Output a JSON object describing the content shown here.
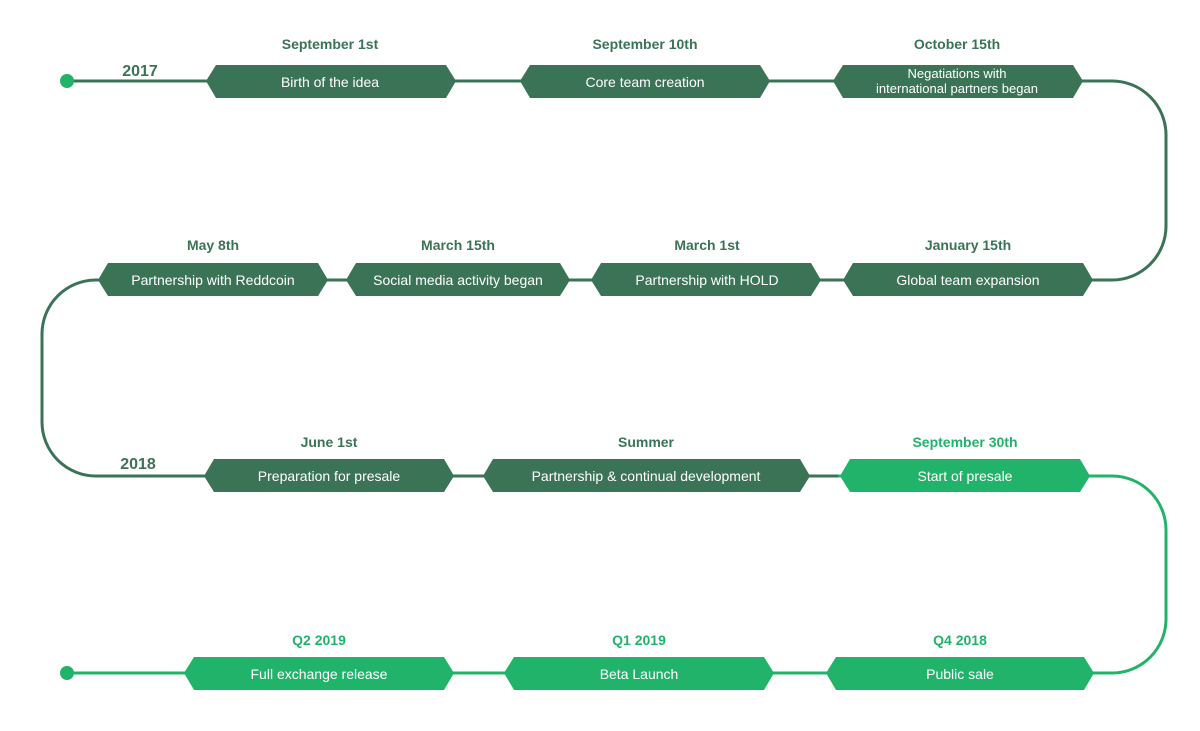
{
  "colors": {
    "dark": "#3b7356",
    "bright": "#22b36a",
    "text_on_pill": "#ffffff"
  },
  "years": {
    "first": "2017",
    "second": "2018"
  },
  "milestones": [
    {
      "date": "September 1st",
      "label": "Birth of the idea",
      "status": "past"
    },
    {
      "date": "September 10th",
      "label": "Core team creation",
      "status": "past"
    },
    {
      "date": "October 15th",
      "label_line1": "Negatiations with",
      "label_line2": "international partners began",
      "status": "past"
    },
    {
      "date": "January 15th",
      "label": "Global team expansion",
      "status": "past"
    },
    {
      "date": "March 1st",
      "label": "Partnership with HOLD",
      "status": "past"
    },
    {
      "date": "March 15th",
      "label": "Social media activity began",
      "status": "past"
    },
    {
      "date": "May 8th",
      "label": "Partnership with Reddcoin",
      "status": "past"
    },
    {
      "date": "June 1st",
      "label": "Preparation for presale",
      "status": "past"
    },
    {
      "date": "Summer",
      "label": "Partnership & continual development",
      "status": "past"
    },
    {
      "date": "September 30th",
      "label": "Start of presale",
      "status": "upcoming"
    },
    {
      "date": "Q4 2018",
      "label": "Public sale",
      "status": "upcoming"
    },
    {
      "date": "Q1 2019",
      "label": "Beta Launch",
      "status": "upcoming"
    },
    {
      "date": "Q2 2019",
      "label": "Full exchange release",
      "status": "upcoming"
    }
  ]
}
